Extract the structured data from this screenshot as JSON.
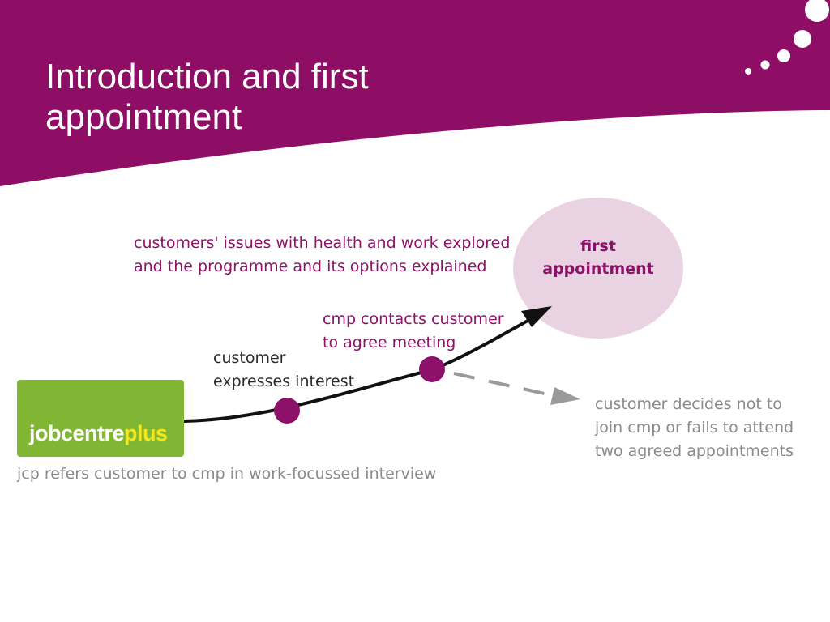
{
  "slide": {
    "title_line1": "Introduction and first",
    "title_line2": "appointment"
  },
  "colors": {
    "header": "#8e0e66",
    "accent": "#8e1169",
    "circle_fill": "#e9d3e3",
    "logo_green": "#80b633",
    "logo_yellow": "#f6e71b",
    "grey": "#8a8a8a"
  },
  "diagram": {
    "explored_line1": "customers' issues with health and work explored",
    "explored_line2": "and the programme and its options explained",
    "first_appointment_line1": "first",
    "first_appointment_line2": "appointment",
    "cmp_contacts_line1": "cmp contacts customer",
    "cmp_contacts_line2": "to agree meeting",
    "expresses_line1": "customer",
    "expresses_line2": "expresses interest",
    "declines_line1": "customer decides not to",
    "declines_line2": "join cmp or fails to attend",
    "declines_line3": "two agreed appointments",
    "jcp_refers": "jcp refers customer to cmp in work-focussed interview",
    "logo_part1": "jobcentre",
    "logo_part2": "plus"
  }
}
